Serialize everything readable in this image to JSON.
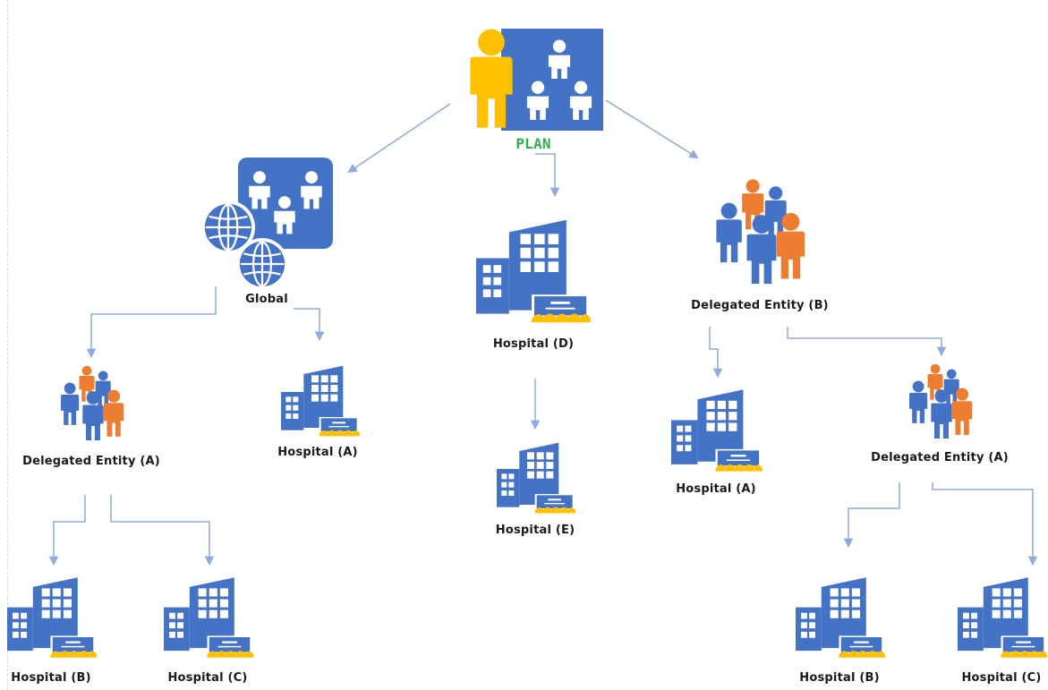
{
  "labels": {
    "plan": "PLAN",
    "global": "Global",
    "hospital_d": "Hospital (D)",
    "delegated_b": "Delegated Entity (B)",
    "delegated_a_left": "Delegated Entity (A)",
    "hospital_a_left": "Hospital (A)",
    "hospital_e": "Hospital (E)",
    "hospital_a_right": "Hospital (A)",
    "delegated_a_right": "Delegated Entity (A)",
    "hospital_b_left": "Hospital (B)",
    "hospital_c_left": "Hospital (C)",
    "hospital_b_right": "Hospital (B)",
    "hospital_c_right": "Hospital (C)"
  },
  "colors": {
    "blue": "#4472C4",
    "yellow": "#FFC000",
    "orange": "#ED7D31",
    "plan_green": "#2DB04B",
    "connector": "#8FAADC",
    "label": "#1a1a1a"
  },
  "icons": {
    "plan": "plan-people-icon",
    "global": "global-network-icon",
    "hospital": "hospital-building-icon",
    "delegated": "delegated-group-icon"
  }
}
